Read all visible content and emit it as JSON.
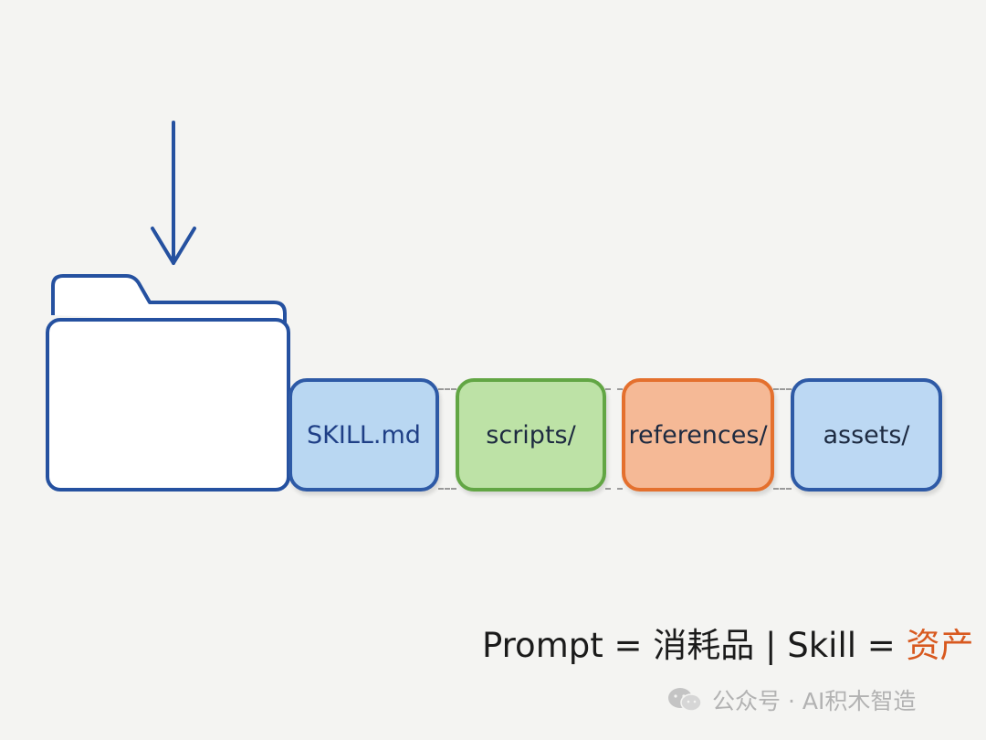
{
  "diagram": {
    "boxes": [
      {
        "label": "SKILL.md",
        "fill": "#b9d7f2",
        "stroke": "#2e5aa6"
      },
      {
        "label": "scripts/",
        "fill": "#bde2a6",
        "stroke": "#62a644"
      },
      {
        "label": "references/",
        "fill": "#f5b996",
        "stroke": "#e4702e"
      },
      {
        "label": "assets/",
        "fill": "#bcd8f3",
        "stroke": "#2e5aa6"
      }
    ],
    "folder_stroke": "#2551a0",
    "arrow_color": "#2551a0"
  },
  "slogan": {
    "prompt_part": "Prompt = 消耗品 | Skill = ",
    "asset_word": "资产",
    "accent_color": "#d8591f"
  },
  "watermark": {
    "text": "公众号 · AI积木智造"
  }
}
